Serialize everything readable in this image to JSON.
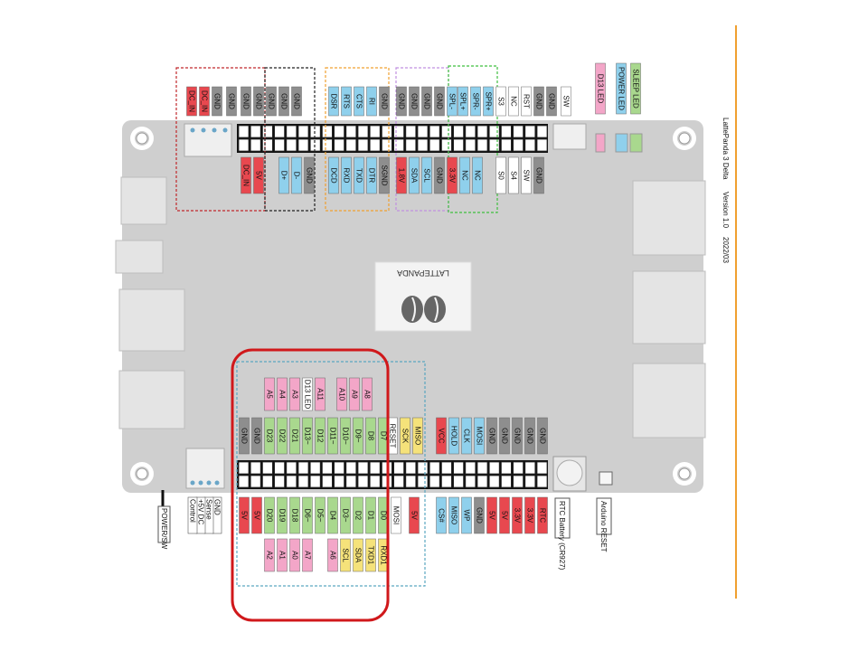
{
  "board": {
    "name": "LattePanda 3 Delta",
    "version": "Version 1.0",
    "date": "2022/03",
    "logo_text": "LATTEPANDA"
  },
  "colors": {
    "red": "#e8484f",
    "pink": "#f3a6c8",
    "green": "#a9d88e",
    "blue": "#8fd0ec",
    "gray": "#8e8e8e",
    "yellow": "#f5e27a",
    "white": "#ffffff",
    "board": "#cfcfcf",
    "orange_line": "#f0a030",
    "highlight": "#d0181b"
  },
  "top_header": {
    "top": [
      {
        "t": "DC_IN",
        "c": "red"
      },
      {
        "t": "DC_IN",
        "c": "red"
      },
      {
        "t": "GND",
        "c": "gray"
      },
      {
        "t": "GND",
        "c": "gray"
      },
      {
        "t": "GND",
        "c": "gray"
      },
      {
        "t": "GND",
        "c": "gray"
      },
      {
        "t": "GND",
        "c": "gray"
      },
      {
        "t": "GND",
        "c": "gray"
      },
      {
        "t": "GND",
        "c": "gray"
      },
      {
        "t": "DSR",
        "c": "blue"
      },
      {
        "t": "RTS",
        "c": "blue"
      },
      {
        "t": "CTS",
        "c": "blue"
      },
      {
        "t": "RI",
        "c": "blue"
      },
      {
        "t": "GND",
        "c": "gray"
      },
      {
        "t": "GND",
        "c": "gray"
      },
      {
        "t": "GND",
        "c": "gray"
      },
      {
        "t": "GND",
        "c": "gray"
      },
      {
        "t": "GND",
        "c": "gray"
      },
      {
        "t": "SPL-",
        "c": "blue"
      },
      {
        "t": "SPL+",
        "c": "blue"
      },
      {
        "t": "SPR-",
        "c": "blue"
      },
      {
        "t": "SPR+",
        "c": "blue"
      },
      {
        "t": "S3",
        "c": "white"
      },
      {
        "t": "NC",
        "c": "white"
      },
      {
        "t": "RST",
        "c": "white"
      },
      {
        "t": "GND",
        "c": "gray"
      },
      {
        "t": "GND",
        "c": "gray"
      },
      {
        "t": "SW",
        "c": "white"
      }
    ],
    "bottom": [
      {
        "t": "DC_IN",
        "c": "red"
      },
      {
        "t": "5V",
        "c": "red"
      },
      {
        "t": "D+",
        "c": "blue"
      },
      {
        "t": "D-",
        "c": "blue"
      },
      {
        "t": "GND",
        "c": "gray"
      },
      {
        "t": "DCD",
        "c": "blue"
      },
      {
        "t": "RXD",
        "c": "blue"
      },
      {
        "t": "TXD",
        "c": "blue"
      },
      {
        "t": "DTR",
        "c": "blue"
      },
      {
        "t": "SGND",
        "c": "gray"
      },
      {
        "t": "1.8V",
        "c": "red"
      },
      {
        "t": "SDA",
        "c": "blue"
      },
      {
        "t": "SCL",
        "c": "blue"
      },
      {
        "t": "GND",
        "c": "gray"
      },
      {
        "t": "3.3V",
        "c": "red"
      },
      {
        "t": "NC",
        "c": "blue"
      },
      {
        "t": "NC",
        "c": "blue"
      },
      {
        "t": "S0",
        "c": "white"
      },
      {
        "t": "S4",
        "c": "white"
      },
      {
        "t": "SW",
        "c": "white"
      },
      {
        "t": "GND",
        "c": "gray"
      }
    ]
  },
  "leds": [
    {
      "t": "D13 LED",
      "c": "pink"
    },
    {
      "t": "POWER LED",
      "c": "blue"
    },
    {
      "t": "SLEEP LED",
      "c": "green"
    }
  ],
  "bottom_header": {
    "top_main": [
      {
        "t": "GND",
        "c": "gray"
      },
      {
        "t": "GND",
        "c": "gray"
      },
      {
        "t": "D23",
        "c": "green"
      },
      {
        "t": "D22",
        "c": "green"
      },
      {
        "t": "D21",
        "c": "green"
      },
      {
        "t": "D13~",
        "c": "green"
      },
      {
        "t": "D12",
        "c": "green"
      },
      {
        "t": "D11~",
        "c": "green"
      },
      {
        "t": "D10~",
        "c": "green"
      },
      {
        "t": "D9~",
        "c": "green"
      },
      {
        "t": "D8",
        "c": "green"
      },
      {
        "t": "D7",
        "c": "green"
      }
    ],
    "top_analog": [
      {
        "t": "A5",
        "c": "pink"
      },
      {
        "t": "A4",
        "c": "pink"
      },
      {
        "t": "A3",
        "c": "pink"
      },
      {
        "t": "D13 LED",
        "c": "white"
      },
      {
        "t": "A11",
        "c": "pink"
      },
      {
        "t": "A10",
        "c": "pink"
      },
      {
        "t": "A9",
        "c": "pink"
      },
      {
        "t": "A8",
        "c": "pink"
      }
    ],
    "top_spi": [
      {
        "t": "RESET",
        "c": "white"
      },
      {
        "t": "SCK",
        "c": "yellow"
      },
      {
        "t": "MISO",
        "c": "yellow"
      }
    ],
    "top_right": [
      {
        "t": "VCC",
        "c": "red"
      },
      {
        "t": "HOLD",
        "c": "blue"
      },
      {
        "t": "CLK",
        "c": "blue"
      },
      {
        "t": "MOSI",
        "c": "blue"
      },
      {
        "t": "GND",
        "c": "gray"
      },
      {
        "t": "GND",
        "c": "gray"
      },
      {
        "t": "GND",
        "c": "gray"
      },
      {
        "t": "GND",
        "c": "gray"
      },
      {
        "t": "GND",
        "c": "gray"
      }
    ],
    "bottom_main": [
      {
        "t": "5V",
        "c": "red"
      },
      {
        "t": "5V",
        "c": "red"
      },
      {
        "t": "D20",
        "c": "green"
      },
      {
        "t": "D19",
        "c": "green"
      },
      {
        "t": "D18",
        "c": "green"
      },
      {
        "t": "D6~",
        "c": "green"
      },
      {
        "t": "D5~",
        "c": "green"
      },
      {
        "t": "D4",
        "c": "green"
      },
      {
        "t": "D3~",
        "c": "green"
      },
      {
        "t": "D2",
        "c": "green"
      },
      {
        "t": "D1",
        "c": "green"
      },
      {
        "t": "D0",
        "c": "green"
      },
      {
        "t": "MOSI",
        "c": "white"
      },
      {
        "t": "5V",
        "c": "red"
      }
    ],
    "bottom_analog": [
      {
        "t": "A2",
        "c": "pink"
      },
      {
        "t": "A1",
        "c": "pink"
      },
      {
        "t": "A0",
        "c": "pink"
      },
      {
        "t": "A7",
        "c": "pink"
      },
      {
        "t": "A6",
        "c": "pink"
      },
      {
        "t": "SCL",
        "c": "yellow"
      },
      {
        "t": "SDA",
        "c": "yellow"
      },
      {
        "t": "TXD1",
        "c": "yellow"
      },
      {
        "t": "RXD1",
        "c": "yellow"
      }
    ],
    "bottom_right": [
      {
        "t": "CS#",
        "c": "blue"
      },
      {
        "t": "MISO",
        "c": "blue"
      },
      {
        "t": "WP",
        "c": "blue"
      },
      {
        "t": "GND",
        "c": "gray"
      },
      {
        "t": "5V",
        "c": "red"
      },
      {
        "t": "5V",
        "c": "red"
      },
      {
        "t": "3.3V",
        "c": "red"
      },
      {
        "t": "3.3V",
        "c": "red"
      },
      {
        "t": "RTC",
        "c": "red"
      }
    ]
  },
  "fan_header": [
    "GND",
    "Sense",
    "+5V DC",
    "Control"
  ],
  "power_switch": "POWER/SW",
  "rtc": "RTC Battery (CR927)",
  "arduino_reset": "Arduino RESET"
}
